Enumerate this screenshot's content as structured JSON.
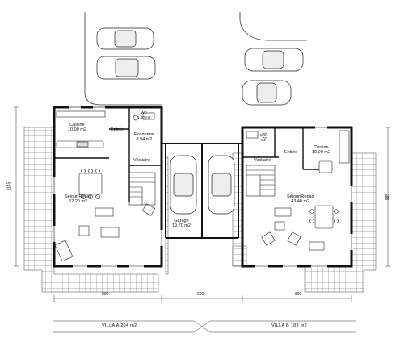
{
  "villa_a": {
    "rooms": {
      "cuisine": {
        "name": "Cuisine",
        "area": "10.00 m2"
      },
      "entree": {
        "name": "Entrée"
      },
      "economat": {
        "name": "Economat",
        "area": "8.94 m2"
      },
      "vestiaire": {
        "name": "Vestiaire"
      },
      "sejour": {
        "name": "Séjour/Repas",
        "area": "52.20 m2"
      },
      "wc": {
        "name": "WC",
        "area": "1.40 m2"
      }
    }
  },
  "garage": {
    "name": "Garage",
    "area": "19.70 m2"
  },
  "villa_b": {
    "rooms": {
      "wc": {
        "name": "WC",
        "area": "m2"
      },
      "entree": {
        "name": "Entrée"
      },
      "cuisine": {
        "name": "Cuisine",
        "area": "10.00 m2"
      },
      "vestiaire": {
        "name": "Vestiaire"
      },
      "sejour": {
        "name": "Séjour/Repas",
        "area": "43.40 m2"
      }
    }
  },
  "dimensions": {
    "left_height": "1145",
    "right_height": "985",
    "width_a": "800",
    "width_mid": "600",
    "width_b": "800"
  },
  "summary": {
    "villa_a": "VILLA A 204 m2",
    "villa_b": "VILLA B 183 m2"
  }
}
